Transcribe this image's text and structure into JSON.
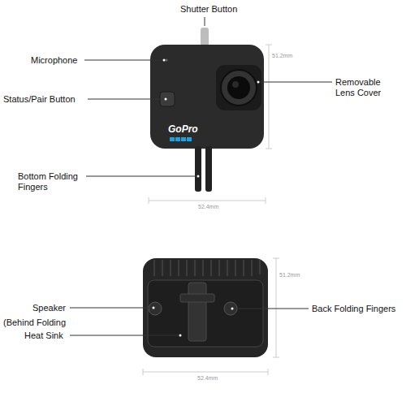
{
  "diagram": {
    "labels": [
      "Shutter Button",
      "Microphone",
      "Status/Pair Button",
      "Removable Lens Cover",
      "Bottom Folding Fingers",
      "GoPro",
      "51.2mm",
      "52.4mm",
      "Speaker",
      "(Behind Folding",
      "Heat Sink",
      "Back Folding Fingers",
      "51.2mm",
      "52.4mm"
    ]
  }
}
